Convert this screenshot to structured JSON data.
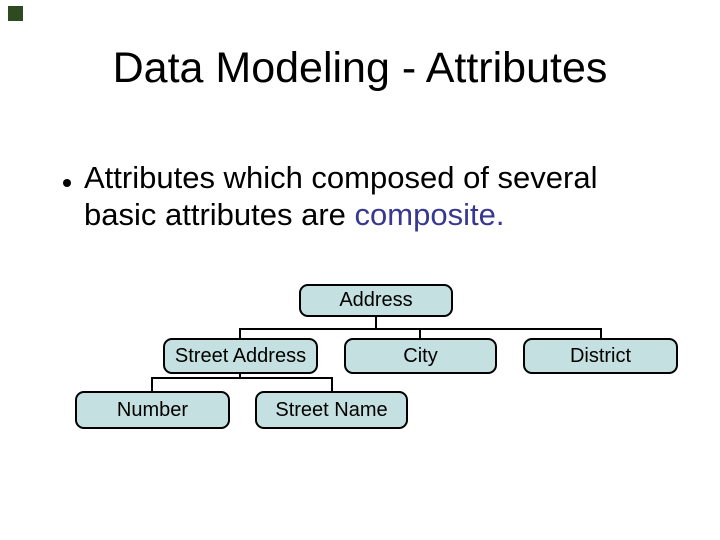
{
  "slide": {
    "title": "Data Modeling - Attributes",
    "bullet": {
      "line1": "Attributes which composed of several",
      "line2_prefix": "basic attributes are ",
      "highlight": "composite",
      "suffix": "."
    },
    "colors": {
      "highlight_text": "#383890",
      "node_fill": "#C5E0E0",
      "node_border": "#000000",
      "logo": "#2E4A21"
    },
    "diagram": {
      "nodes": [
        {
          "id": "address",
          "label": "Address"
        },
        {
          "id": "street-address",
          "label": "Street Address"
        },
        {
          "id": "city",
          "label": "City"
        },
        {
          "id": "district",
          "label": "District"
        },
        {
          "id": "number",
          "label": "Number"
        },
        {
          "id": "street-name",
          "label": "Street Name"
        }
      ]
    }
  }
}
